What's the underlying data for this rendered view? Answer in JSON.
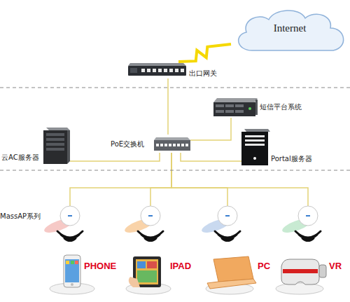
{
  "diagram": {
    "nodes": [
      {
        "text": [
          "Internet"
        ]
      },
      {
        "text": [
          "出口网关"
        ]
      },
      {
        "text": [
          "短信平台系统"
        ]
      },
      {
        "text": [
          "云AC服务器"
        ]
      },
      {
        "text": [
          "PoE交换机"
        ]
      },
      {
        "text": [
          "Portal服务器"
        ]
      },
      {
        "text": [
          "PHONE"
        ]
      },
      {
        "text": [
          "IPAD"
        ]
      },
      {
        "text": [
          "PC"
        ]
      },
      {
        "text": [
          "VR"
        ]
      }
    ],
    "edges": [
      {
        "from": 0,
        "to": 1,
        "arrow": "none"
      },
      {
        "from": 1,
        "to": 4,
        "arrow": "none"
      },
      {
        "from": 4,
        "to": 2,
        "arrow": "none"
      },
      {
        "from": 4,
        "to": 3,
        "arrow": "none"
      },
      {
        "from": 4,
        "to": 5,
        "arrow": "none"
      },
      {
        "from": 4,
        "to": 6,
        "arrow": "none"
      },
      {
        "from": 4,
        "to": 7,
        "arrow": "none"
      },
      {
        "from": 4,
        "to": 8,
        "arrow": "none"
      },
      {
        "from": 4,
        "to": 9,
        "arrow": "none"
      }
    ],
    "labels": [
      "MassAP系列"
    ]
  }
}
